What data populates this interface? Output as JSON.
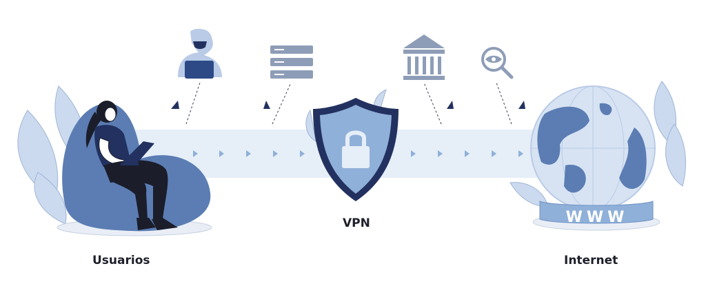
{
  "labels": {
    "users": "Usuarios",
    "vpn": "VPN",
    "internet": "Internet"
  },
  "globe_text": "WWW",
  "colors": {
    "tunnel": "#e6eef8",
    "primary_blue": "#5b7db3",
    "dark_navy": "#22315f",
    "light_blue": "#b9cbe6",
    "pale_blue": "#d7e3f3",
    "gray_blue": "#8e9db7"
  },
  "icons": [
    "hacker-icon",
    "server-icon",
    "bank-icon",
    "eye-magnifier-icon",
    "padlock-icon",
    "shield-icon",
    "globe-icon"
  ]
}
